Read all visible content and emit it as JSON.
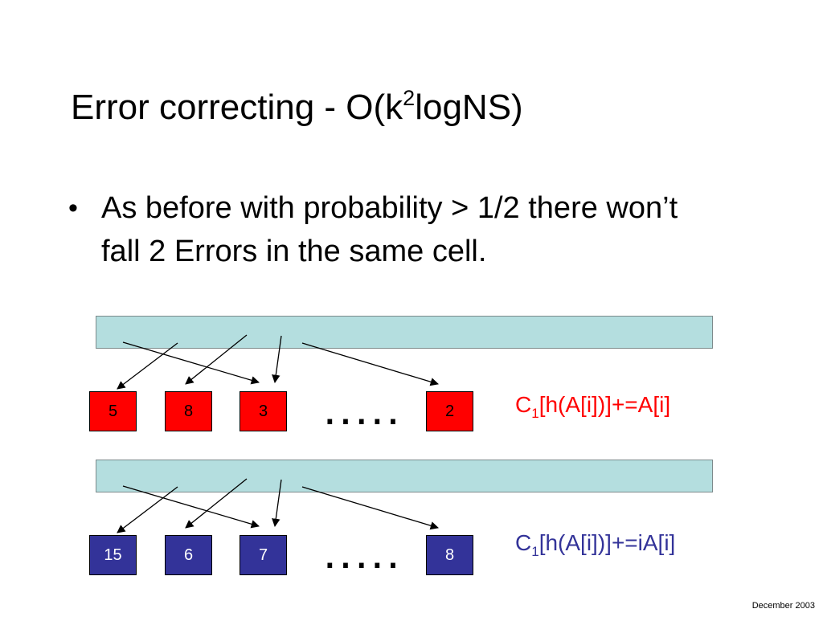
{
  "title": {
    "prefix": "Error correcting - O(k",
    "superscript": "2",
    "suffix": "logNS)"
  },
  "bullets": [
    {
      "marker": "•",
      "text": "As before with probability > 1/2 there won’t fall 2 Errors in the same cell."
    }
  ],
  "diagrams": [
    {
      "cells": [
        "5",
        "8",
        "3",
        "2"
      ],
      "ellipsis": ".....",
      "formula": {
        "prefix": "C",
        "subscript": "1",
        "suffix": "[h(A[i])]+=A[i]"
      },
      "color": "#ff0000"
    },
    {
      "cells": [
        "15",
        "6",
        "7",
        "8"
      ],
      "ellipsis": ".....",
      "formula": {
        "prefix": "C",
        "subscript": "1",
        "suffix": "[h(A[i])]+=iA[i]"
      },
      "color": "#333399"
    }
  ],
  "footer": "December 2003"
}
